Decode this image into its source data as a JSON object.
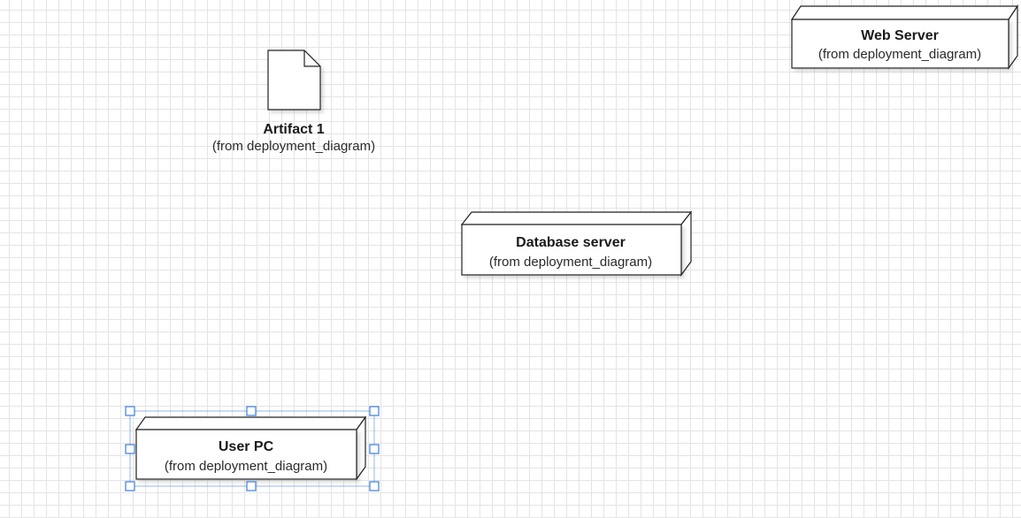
{
  "diagram": {
    "artifact": {
      "title": "Artifact 1",
      "origin": "(from deployment_diagram)"
    },
    "web_server": {
      "title": "Web Server",
      "origin": "(from deployment_diagram)"
    },
    "database_server": {
      "title": "Database server",
      "origin": "(from deployment_diagram)"
    },
    "user_pc": {
      "title": "User PC",
      "origin": "(from deployment_diagram)",
      "selected": true
    }
  },
  "colors": {
    "grid_line": "#e4e4e4",
    "node_stroke": "#222222",
    "selection": "#3b7ddd"
  }
}
